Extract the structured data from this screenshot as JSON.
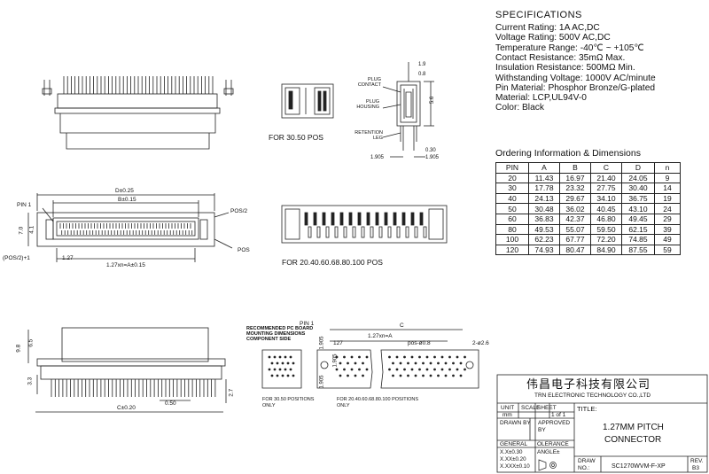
{
  "specifications": {
    "title": "SPECIFICATIONS",
    "lines": [
      "Current Rating: 1A AC,DC",
      "Voltage Rating: 500V AC,DC",
      "Temperature Range: -40℃ ~ +105℃",
      "Contact Resistance: 35mΩ Max.",
      "Insulation Resistance: 500MΩ Min.",
      "Withstanding Voltage: 1000V AC/minute",
      "Pin Material: Phosphor Bronze/G-plated",
      "Material: LCP,UL94V-0",
      "Color: Black"
    ]
  },
  "ordering": {
    "title": "Ordering Information & Dimensions",
    "headers": [
      "PIN",
      "A",
      "B",
      "C",
      "D",
      "n"
    ],
    "rows": [
      [
        "20",
        "11.43",
        "16.97",
        "21.40",
        "24.05",
        "9"
      ],
      [
        "30",
        "17.78",
        "23.32",
        "27.75",
        "30.40",
        "14"
      ],
      [
        "40",
        "24.13",
        "29.67",
        "34.10",
        "36.75",
        "19"
      ],
      [
        "50",
        "30.48",
        "36.02",
        "40.45",
        "43.10",
        "24"
      ],
      [
        "60",
        "36.83",
        "42.37",
        "46.80",
        "49.45",
        "29"
      ],
      [
        "80",
        "49.53",
        "55.07",
        "59.50",
        "62.15",
        "39"
      ],
      [
        "100",
        "62.23",
        "67.77",
        "72.20",
        "74.85",
        "49"
      ],
      [
        "120",
        "74.93",
        "80.47",
        "84.90",
        "87.55",
        "59"
      ]
    ]
  },
  "captions": {
    "for_30_50": "FOR 30.50 POS",
    "for_20_120": "FOR 20.40.60.68.80.100 POS",
    "pcb_note": "RECOMMENDED PC BOARD MOUNTING DIMENSIONS COMPONENT SIDE",
    "for_30_50_only": "FOR 30.50 POSITIONS ONLY",
    "for_20_100_only": "FOR 20.40.60.68.80.100 POSITIONS ONLY"
  },
  "labels": {
    "plug_contact": "PLUG CONTACT",
    "plug_housing": "PLUG HOUSING",
    "retention_leg": "RETENTION LEG",
    "pin1": "PIN 1",
    "pos2": "POS/2",
    "pos": "POS",
    "pos2_plus1": "(POS/2)+1",
    "d_dim": "D±0.25",
    "b_dim": "B±0.15",
    "a_dim": "1.27xn=A±0.15",
    "c_dim": "C±0.20",
    "dim_127": "1.27",
    "dim_70": "7.0",
    "dim_41": "4.1",
    "dim_19": "1.9",
    "dim_08": "0.8",
    "dim_56": "5.6",
    "dim_030": "0.30",
    "dim_1905a": "1.905",
    "dim_1905b": "1.905",
    "dim_98": "9.8",
    "dim_65": "6.5",
    "dim_33": "3.3",
    "dim_27": "2.7",
    "dim_050": "0.50",
    "pin1b": "PIN 1",
    "c_label": "C",
    "a_label2": "1.27xn=A",
    "pos08": "pos-ø0.8",
    "dim_127b": "127",
    "hole26": "2-ø2.6",
    "dim_1905c": "1.905",
    "dim_1905d": "1.905",
    "dim_1905e": "1.905"
  },
  "title_block": {
    "company_cn": "伟昌电子科技有限公司",
    "company_en": "TRN ELECTRONIC TECHNOLOGY CO.,LTD",
    "unit": "UNIT",
    "unit_val": "mm",
    "scale": "SCALE",
    "sheet": "SHEET",
    "sheet_val": "1 of 1",
    "title_lbl": "TITLE:",
    "title1": "1.27MM PITCH",
    "title2": "CONNECTOR",
    "drawn_by": "DRAWN BY",
    "approved": "APPROVED",
    "approved2": "BY",
    "general": "GENERAL",
    "tolerance": "OLERANCE",
    "tol1": "X.X±0.30",
    "tol2": "X.XX±0.20",
    "tol3": "X.XXX±0.10",
    "angle": "ANGLE±",
    "draw_no": "DRAW",
    "no": "NO.:",
    "draw_val": "SC1270WVM-F-XP",
    "rev": "REV.",
    "rev_val": "B3"
  }
}
